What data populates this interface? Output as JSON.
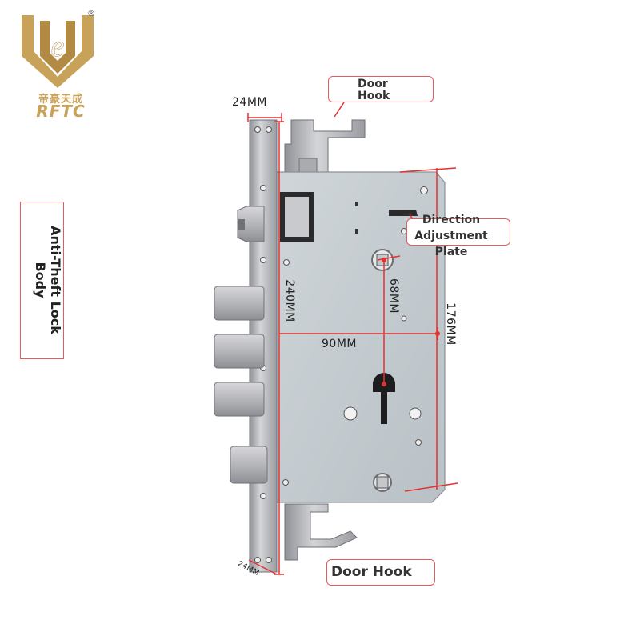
{
  "brand": {
    "name_cn": "帝豪天成",
    "name_en": "RFTC",
    "registered_mark": "®",
    "accent_color": "#c9a25a"
  },
  "labels": {
    "door_hook_top": "Door\nHook",
    "door_hook_bottom": "Door Hook",
    "direction_adjustment_plate": "Direction\nAdjustment\nPlate",
    "anti_theft_lock_body": "Anti-Theft Lock\nBody"
  },
  "dimensions": {
    "faceplate_width_top": "24MM",
    "faceplate_width_bottom": "24MM",
    "faceplate_height": "240MM",
    "body_width": "90MM",
    "body_height": "176MM",
    "center_distance": "68MM"
  },
  "colors": {
    "callout_border": "#e55a5a",
    "dimension_line": "#e53030",
    "metal_steel": "#b8b9bd",
    "case_plate": "#c4cbd0"
  }
}
